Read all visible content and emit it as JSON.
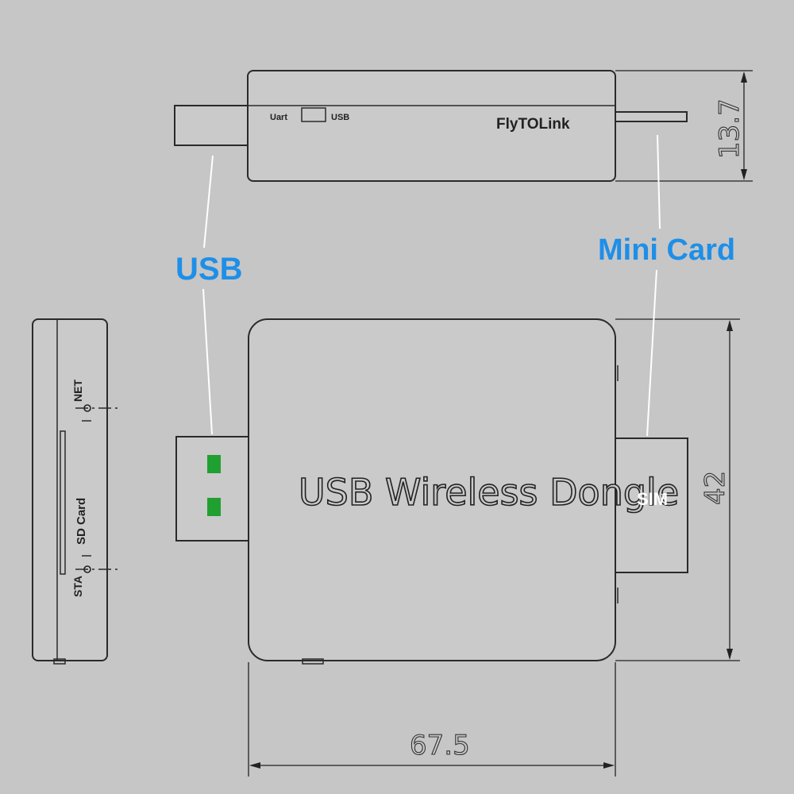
{
  "side_view": {
    "brand": "FlyTOLink",
    "switch_left_label": "Uart",
    "switch_right_label": "USB",
    "height_dimension": "13.7"
  },
  "top_view": {
    "title": "USB Wireless Dongle",
    "sim_label": "SIM",
    "width_dimension": "67.5",
    "height_dimension": "42",
    "led_color": "#1fa030"
  },
  "end_view": {
    "net_label": "NET",
    "sd_label": "SD Card",
    "sta_label": "STA"
  },
  "callouts": {
    "usb": "USB",
    "mini_card": "Mini Card",
    "color": "#1e8fe8"
  }
}
